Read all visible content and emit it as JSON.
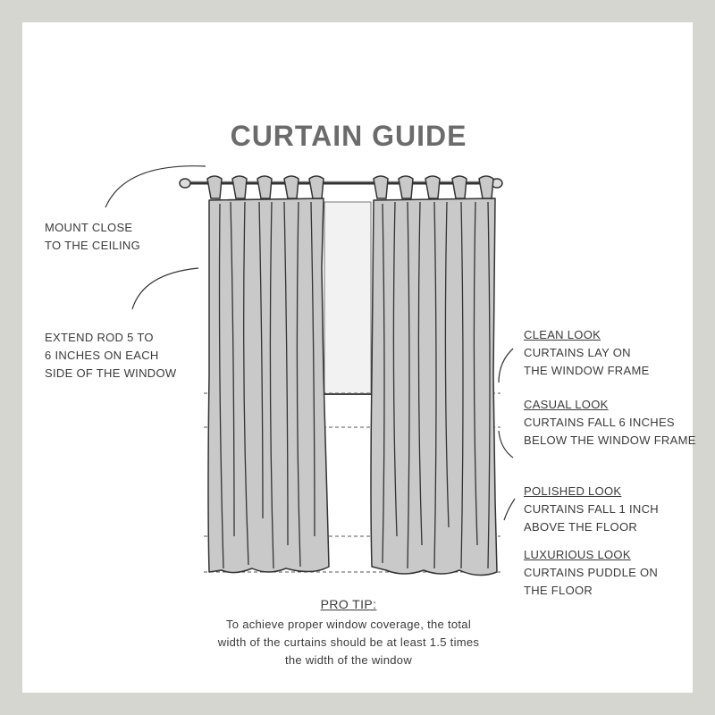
{
  "title": "CURTAIN GUIDE",
  "left_notes": [
    {
      "lines": [
        "MOUNT CLOSE",
        "TO THE CEILING"
      ]
    },
    {
      "lines": [
        "EXTEND ROD 5 TO",
        "6 INCHES ON EACH",
        "SIDE OF THE WINDOW"
      ]
    }
  ],
  "right_notes": [
    {
      "heading": "CLEAN LOOK",
      "lines": [
        "CURTAINS LAY ON",
        "THE WINDOW FRAME"
      ]
    },
    {
      "heading": "CASUAL LOOK",
      "lines": [
        "CURTAINS FALL 6 INCHES",
        "BELOW THE WINDOW FRAME"
      ]
    },
    {
      "heading": "POLISHED LOOK",
      "lines": [
        "CURTAINS FALL 1 INCH",
        "ABOVE THE FLOOR"
      ]
    },
    {
      "heading": "LUXURIOUS LOOK",
      "lines": [
        "CURTAINS PUDDLE ON",
        "THE FLOOR"
      ]
    }
  ],
  "pro_tip": {
    "heading": "PRO TIP:",
    "lines": [
      "To achieve proper window coverage, the total",
      "width of the curtains should be at least 1.5 times",
      "the width of the window"
    ]
  },
  "colors": {
    "background": "#d6d6d1",
    "card": "#ffffff",
    "curtain_fill": "#c9c9c9",
    "line": "#333333",
    "title": "#6b6b6b"
  }
}
